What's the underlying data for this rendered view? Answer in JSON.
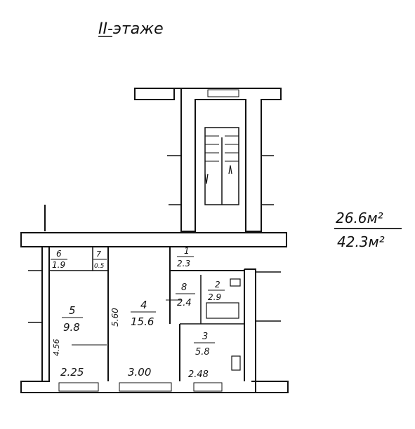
{
  "title": "II-этаже",
  "area_summary": {
    "living": "26.6м²",
    "total": "42.3м²"
  },
  "rooms": [
    {
      "number": "1",
      "area": "2.3"
    },
    {
      "number": "2",
      "area": "2.9"
    },
    {
      "number": "3",
      "area": "5.8"
    },
    {
      "number": "4",
      "area": "15.6"
    },
    {
      "number": "5",
      "area": "9.8"
    },
    {
      "number": "6",
      "area": "1.9"
    },
    {
      "number": "7",
      "area": "0.5"
    },
    {
      "number": "8",
      "area": "2.4"
    }
  ],
  "dimensions": {
    "width_room5": "2.25",
    "width_room4": "3.00",
    "width_room3": "2.48",
    "height_room5": "4.56",
    "height_room4": "5.60"
  }
}
